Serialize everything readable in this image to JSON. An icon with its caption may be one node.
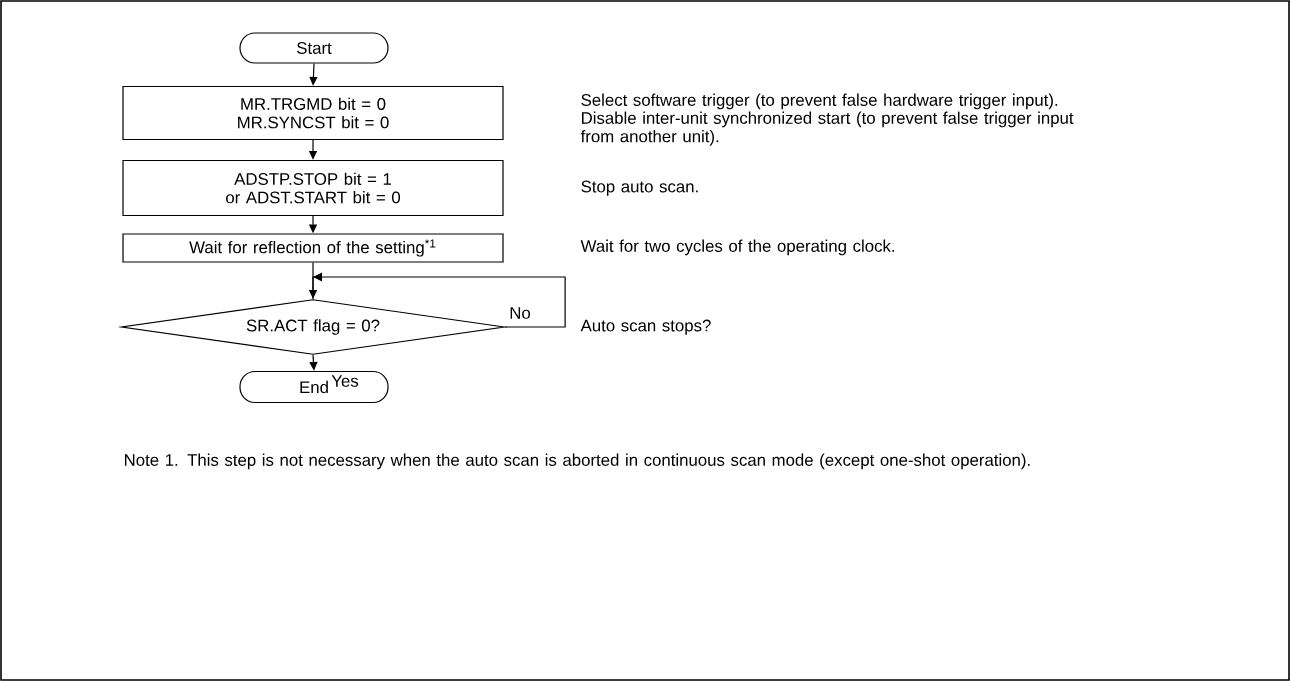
{
  "diagram": {
    "nodes": [
      {
        "text": [
          "Start"
        ]
      },
      {
        "text": [
          "MR.TRGMD bit = 0 MR.SYNCST bit = 0"
        ]
      },
      {
        "text": [
          "ADSTP.STOP bit = 1 or ADST.START bit = 0"
        ]
      },
      {
        "text": [
          "Wait for reflection of the setting$^{*1}$"
        ]
      },
      {
        "text": [
          "SR.ACT flag = 0?"
        ]
      },
      {
        "text": [
          "End"
        ]
      }
    ],
    "edges": [
      {
        "from": 0,
        "to": 1,
        "arrow": "to"
      },
      {
        "from": 1,
        "to": 2,
        "arrow": "to"
      },
      {
        "from": 2,
        "to": 3,
        "arrow": "to"
      },
      {
        "from": 3,
        "to": 4,
        "arrow": "to"
      },
      {
        "from": 4,
        "to": 4,
        "arrow": "to",
        "label": "No"
      },
      {
        "from": 4,
        "to": 5,
        "arrow": "to",
        "label": "Yes"
      }
    ],
    "labels": [
      "Select software trigger (to prevent false hardware trigger input).",
      "Disable inter-unit synchronized start (to prevent false trigger input from another unit).",
      "Stop auto scan.",
      "Wait for two cycles of the operating clock.",
      "Auto scan stops?",
      "Note 1. This step is not necessary when the auto scan is aborted in continuous scan mode (except one-shot operation)."
    ]
  }
}
